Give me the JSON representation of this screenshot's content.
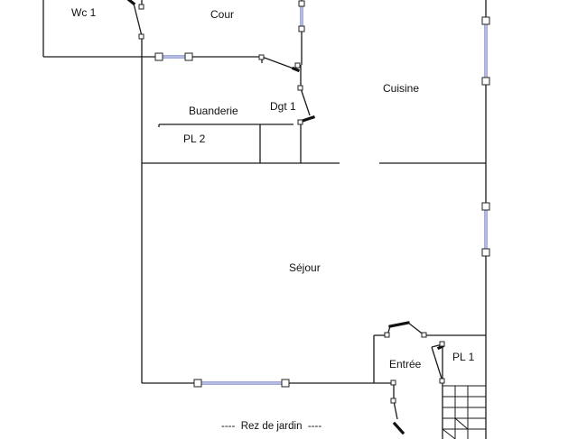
{
  "plan": {
    "rooms": {
      "wc1": "Wc 1",
      "cour": "Cour",
      "buanderie": "Buanderie",
      "dgt1": "Dgt 1",
      "cuisine": "Cuisine",
      "pl2": "PL 2",
      "sejour": "Séjour",
      "entree": "Entrée",
      "pl1": "PL 1"
    },
    "level_caption": "----  Rez de jardin  ----",
    "colors": {
      "wall": "#1a1a1a",
      "window": "#6b74c4",
      "background": "#ffffff"
    }
  }
}
